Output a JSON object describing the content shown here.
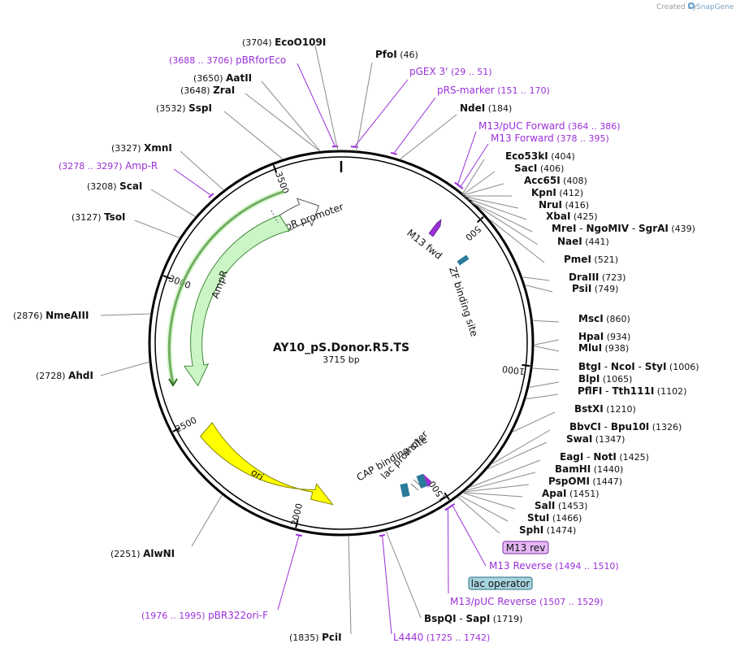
{
  "credit": {
    "created_by": "Created by",
    "brand": "SnapGene"
  },
  "plasmid": {
    "name": "AY10_pS.Donor.R5.TS",
    "size_label": "3715 bp",
    "length": 3715
  },
  "ruler_ticks": [
    "500",
    "1000",
    "1500",
    "2000",
    "2500",
    "3000",
    "3500"
  ],
  "colors": {
    "primer": "#9b30d9",
    "ampR": "#ccf5c6",
    "ori": "#ffff00",
    "promoter_fill": "#ffffff",
    "backbone": "#000000",
    "lac_operator_badge": "#a8d4df",
    "m13rev_badge": "#e6b8f5"
  },
  "features": [
    {
      "name": "AmpR promoter",
      "start": 3500,
      "end": 3395,
      "color": "#ffffff"
    },
    {
      "name": "AmpR",
      "start": 3395,
      "end": 2735,
      "color": "#ccf5c6"
    },
    {
      "name": "ori",
      "start": 2570,
      "end": 1990,
      "color": "#ffff00"
    },
    {
      "name": "CAP binding site",
      "start": 1480,
      "end": 1468
    },
    {
      "name": "lac promoter",
      "start": 1455,
      "end": 1434
    },
    {
      "name": "ZF binding site",
      "start": 660,
      "end": 660
    },
    {
      "name": "M13 fwd",
      "start": 380,
      "end": 380
    }
  ],
  "enzymes": [
    {
      "name": "PfoI",
      "pos": "(46)"
    },
    {
      "name": "NdeI",
      "pos": "(184)"
    },
    {
      "name": "Eco53kI",
      "pos": "(404)"
    },
    {
      "name": "SacI",
      "pos": "(406)"
    },
    {
      "name": "Acc65I",
      "pos": "(408)"
    },
    {
      "name": "KpnI",
      "pos": "(412)"
    },
    {
      "name": "NruI",
      "pos": "(416)"
    },
    {
      "name": "XbaI",
      "pos": "(425)"
    },
    {
      "name": "MreI",
      "name2": "NgoMIV",
      "name3": "SgrAI",
      "pos": "(439)"
    },
    {
      "name": "NaeI",
      "pos": "(441)"
    },
    {
      "name": "PmeI",
      "pos": "(521)"
    },
    {
      "name": "DraIII",
      "pos": "(723)"
    },
    {
      "name": "PsiI",
      "pos": "(749)"
    },
    {
      "name": "MscI",
      "pos": "(860)"
    },
    {
      "name": "HpaI",
      "pos": "(934)"
    },
    {
      "name": "MluI",
      "pos": "(938)"
    },
    {
      "name": "BtgI",
      "name2": "NcoI",
      "name3": "StyI",
      "pos": "(1006)"
    },
    {
      "name": "BlpI",
      "pos": "(1065)"
    },
    {
      "name": "PflFI",
      "name2": "Tth111I",
      "pos": "(1102)"
    },
    {
      "name": "BstXI",
      "pos": "(1210)"
    },
    {
      "name": "BbvCI",
      "name2": "Bpu10I",
      "pos": "(1326)"
    },
    {
      "name": "SwaI",
      "pos": "(1347)"
    },
    {
      "name": "EagI",
      "name2": "NotI",
      "pos": "(1425)"
    },
    {
      "name": "BamHI",
      "pos": "(1440)"
    },
    {
      "name": "PspOMI",
      "pos": "(1447)"
    },
    {
      "name": "ApaI",
      "pos": "(1451)"
    },
    {
      "name": "SalI",
      "pos": "(1453)"
    },
    {
      "name": "StuI",
      "pos": "(1466)"
    },
    {
      "name": "SphI",
      "pos": "(1474)"
    },
    {
      "name": "BspQI",
      "name2": "SapI",
      "pos": "(1719)"
    },
    {
      "name": "PciI",
      "pos": "(1835)"
    },
    {
      "name": "AlwNI",
      "pos": "(2251)"
    },
    {
      "name": "AhdI",
      "pos": "(2728)"
    },
    {
      "name": "NmeAIII",
      "pos": "(2876)"
    },
    {
      "name": "TsoI",
      "pos": "(3127)"
    },
    {
      "name": "ScaI",
      "pos": "(3208)"
    },
    {
      "name": "XmnI",
      "pos": "(3327)"
    },
    {
      "name": "SspI",
      "pos": "(3532)"
    },
    {
      "name": "ZraI",
      "pos": "(3648)"
    },
    {
      "name": "AatII",
      "pos": "(3650)"
    },
    {
      "name": "EcoO109I",
      "pos": "(3704)"
    }
  ],
  "primers": [
    {
      "name": "pGEX 3'",
      "range": "(29 .. 51)"
    },
    {
      "name": "pRS-marker",
      "range": "(151 .. 170)"
    },
    {
      "name": "M13/pUC Forward",
      "range": "(364 .. 386)"
    },
    {
      "name": "M13 Forward",
      "range": "(378 .. 395)"
    },
    {
      "name": "M13 Reverse",
      "range": "(1494 .. 1510)"
    },
    {
      "name": "M13/pUC Reverse",
      "range": "(1507 .. 1529)"
    },
    {
      "name": "L4440",
      "range": "(1725 .. 1742)"
    },
    {
      "name": "pBR322ori-F",
      "range": "(1976 .. 1995)"
    },
    {
      "name": "Amp-R",
      "range": "(3278 .. 3297)"
    },
    {
      "name": "pBRforEco",
      "range": "(3688 .. 3706)"
    }
  ],
  "badges": {
    "m13rev": "M13 rev",
    "lac_operator": "lac operator"
  }
}
